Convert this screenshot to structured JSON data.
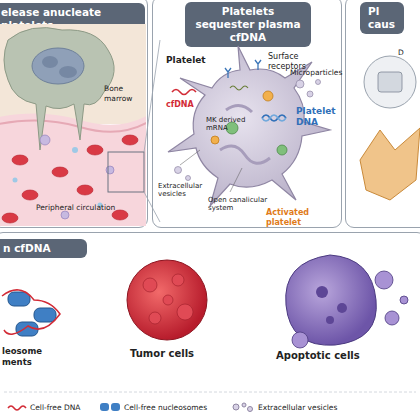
{
  "diagram": {
    "nodes": [
      {
        "text": [
          "elease anucleate platelets"
        ]
      },
      {
        "text": [
          "Platelets sequester plasma cfDNA"
        ]
      },
      {
        "text": [
          "Pl caus"
        ]
      },
      {
        "text": [
          "n cfDNA"
        ]
      }
    ],
    "labels": [
      "Bone marrow",
      "Peripheral circulation",
      "Platelet",
      "cfDNA",
      "Surface receptors",
      "Microparticles",
      "Platelet DNA",
      "MK derived mRNA",
      "Extracellular vesicles",
      "Open canalicular system",
      "Activated platelet",
      "D",
      "leosome ments",
      "Tumor cells",
      "Apoptotic cells"
    ],
    "legend": [
      {
        "text": "Cell-free DNA"
      },
      {
        "text": "Cell-free nucleosomes"
      },
      {
        "text": "Extracellular vesicles"
      }
    ]
  }
}
